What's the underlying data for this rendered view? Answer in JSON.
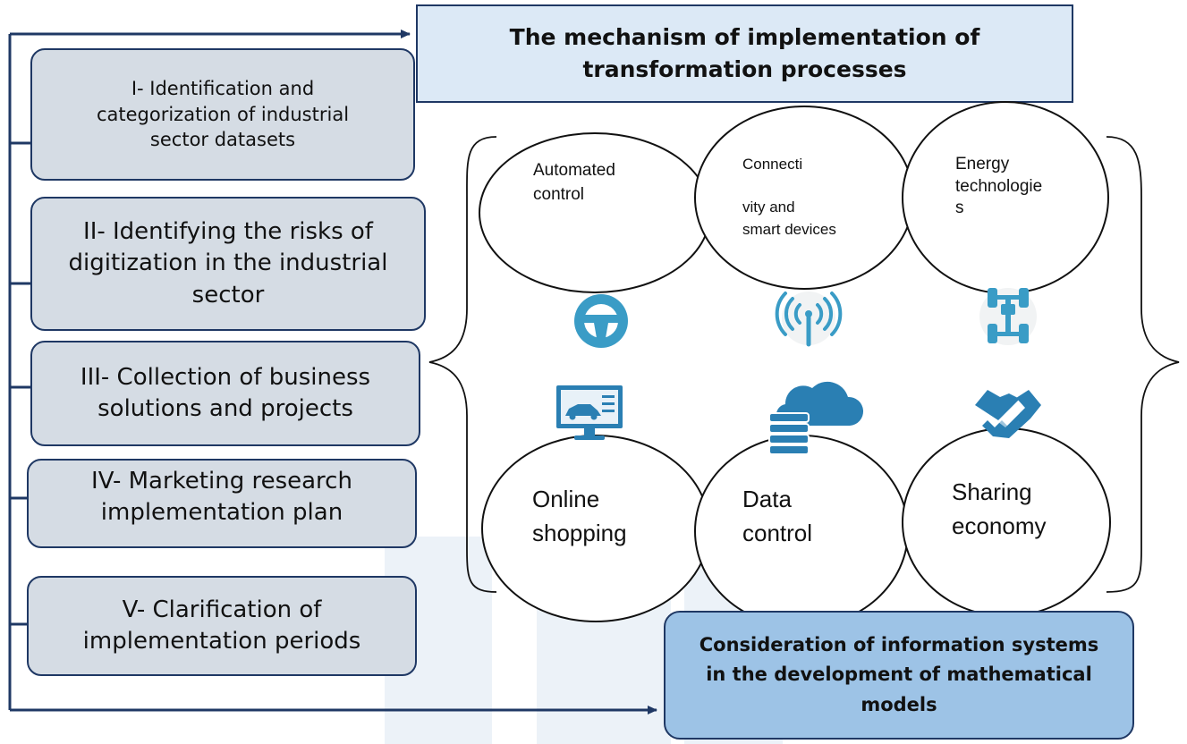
{
  "title": "The mechanism of implementation of transformation processes",
  "steps": [
    {
      "label": "I- Identification and categorization of industrial sector datasets"
    },
    {
      "label": "II- Identifying the risks of digitization in the industrial sector"
    },
    {
      "label": "III- Collection of business solutions and projects"
    },
    {
      "label": "IV- Marketing research implementation plan"
    },
    {
      "label": "V- Clarification of implementation periods"
    }
  ],
  "technologies": {
    "top": [
      {
        "label_line1": "Automated",
        "label_line2": "control",
        "icon": "steering-wheel-icon"
      },
      {
        "label_line1": "Connecti",
        "label_line2": "vity and",
        "label_line3": "smart devices",
        "icon": "wireless-antenna-icon"
      },
      {
        "label_line1": "Energy",
        "label_line2": "technologie",
        "label_line3": "s",
        "icon": "drivetrain-icon"
      }
    ],
    "bottom": [
      {
        "label_line1": "Online",
        "label_line2": "shopping",
        "icon": "car-configurator-monitor-icon"
      },
      {
        "label_line1": "Data",
        "label_line2": "control",
        "icon": "database-cloud-icon"
      },
      {
        "label_line1": "Sharing",
        "label_line2": "economy",
        "icon": "handshake-icon"
      }
    ]
  },
  "result": "Consideration of information systems in the development of mathematical models",
  "colors": {
    "frame": "#1f3864",
    "step_fill": "#d5dce4",
    "title_fill": "#dce9f6",
    "result_fill": "#9dc3e6",
    "icon_teal": "#3a9cc6",
    "icon_blue": "#2a7fb3"
  }
}
